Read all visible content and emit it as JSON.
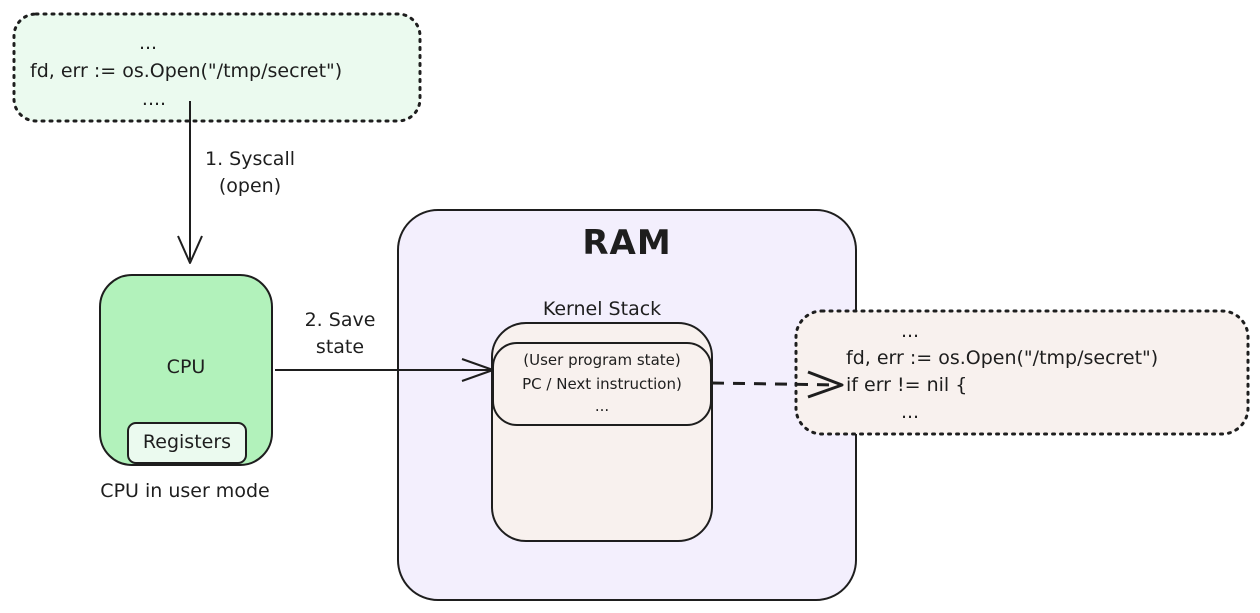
{
  "user_code": {
    "lines": [
      "...",
      "fd, err := os.Open(\"/tmp/secret\")",
      "...."
    ]
  },
  "syscall_arrow": {
    "lines": [
      "1. Syscall",
      "(open)"
    ]
  },
  "cpu": {
    "label": "CPU",
    "registers_label": "Registers",
    "caption": "CPU in user mode"
  },
  "save_arrow": {
    "lines": [
      "2. Save",
      "state"
    ]
  },
  "ram": {
    "title": "RAM",
    "kernel_stack": {
      "title": "Kernel Stack",
      "frame_lines": [
        "(User program state)",
        "PC / Next instruction)",
        "..."
      ]
    }
  },
  "resume_code": {
    "lines": [
      "...",
      "fd, err := os.Open(\"/tmp/secret\")",
      "if err != nil {",
      "..."
    ]
  },
  "colors": {
    "user_code_fill": "#ebfaef",
    "cpu_fill": "#b2f2bb",
    "registers_fill": "#ebfaef",
    "ram_fill": "#f3effd",
    "kernel_stack_fill": "#f8f1ee",
    "resume_code_fill": "#f8f1ee",
    "stroke": "#1e1e1e"
  }
}
